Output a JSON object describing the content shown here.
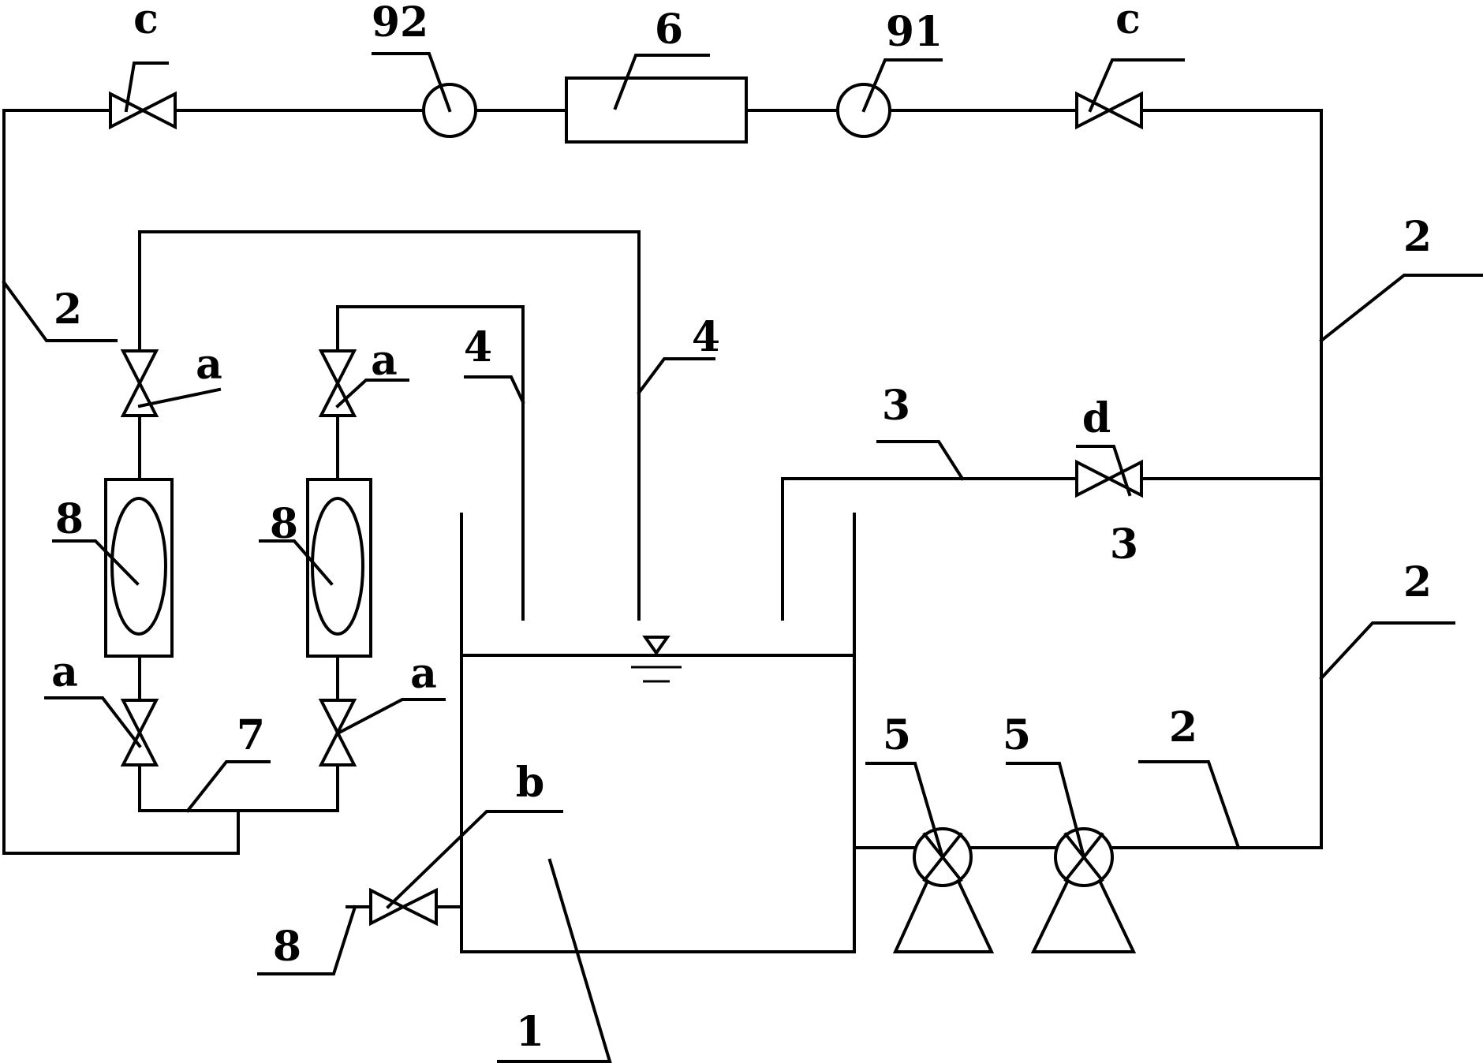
{
  "labels": {
    "c_left": "c",
    "c_right": "c",
    "gauge_92": "92",
    "part_6": "6",
    "gauge_91": "91",
    "pipe2_topright": "2",
    "pipe2_midright": "2",
    "pipe2_bottom": "2",
    "pipe2_left": "2",
    "pipe3_upper": "3",
    "pipe3_lower": "3",
    "valve_d": "d",
    "pipe4_left": "4",
    "pipe4_right": "4",
    "valve_a_tl": "a",
    "valve_a_tr": "a",
    "valve_a_bl": "a",
    "valve_a_br": "a",
    "meter8_left": "8",
    "meter8_right": "8",
    "drain8": "8",
    "part_7": "7",
    "valve_b": "b",
    "pump5_left": "5",
    "pump5_right": "5",
    "tank_1": "1"
  },
  "colors": {
    "line": "#000000",
    "background": "#ffffff"
  }
}
